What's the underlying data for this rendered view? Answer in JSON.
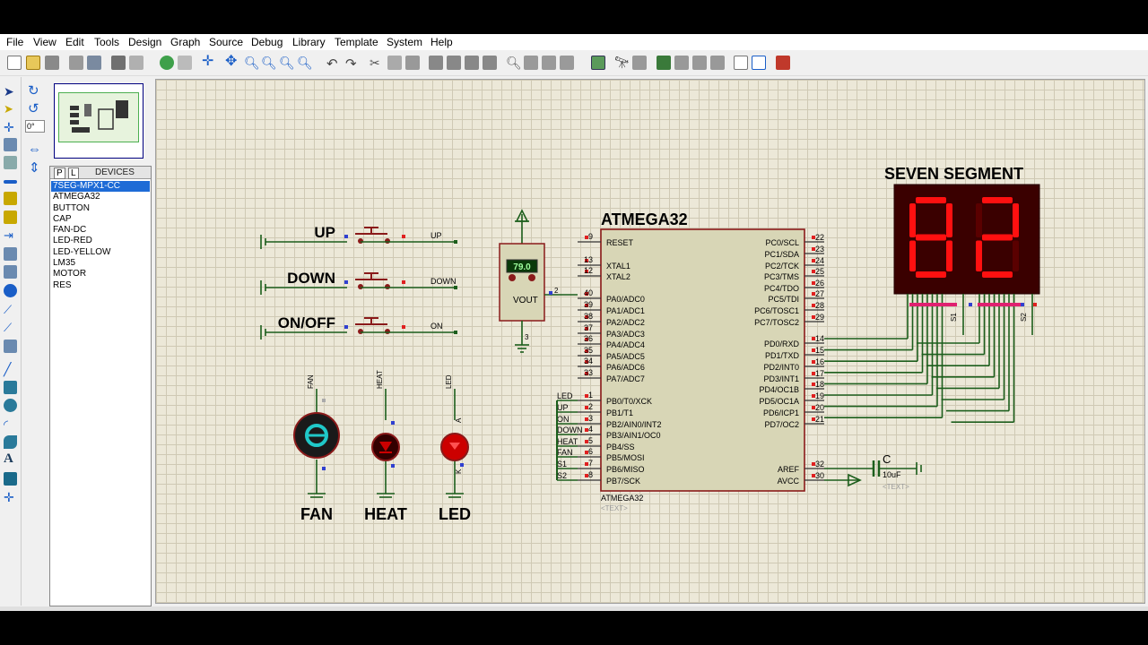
{
  "menu": [
    "File",
    "Edit",
    "Tools",
    "Design",
    "Graph",
    "Source",
    "Debug",
    "Library",
    "Template",
    "System",
    "Help"
  ],
  "view_menu": "View",
  "rotation_value": "0°",
  "devices": {
    "tab_p": "P",
    "tab_l": "L",
    "header": "DEVICES",
    "items": [
      "7SEG-MPX1-CC",
      "ATMEGA32",
      "BUTTON",
      "CAP",
      "FAN-DC",
      "LED-RED",
      "LED-YELLOW",
      "LM35",
      "MOTOR",
      "RES"
    ],
    "selected_index": 0
  },
  "schematic": {
    "buttons": [
      {
        "label": "UP",
        "net": "UP"
      },
      {
        "label": "DOWN",
        "net": "DOWN"
      },
      {
        "label": "ON/OFF",
        "net": "ON"
      }
    ],
    "lm35": {
      "reading": "79.0",
      "vout": "VOUT",
      "pin_vout": "2",
      "pin_gnd": "3"
    },
    "mcu": {
      "title": "ATMEGA32",
      "ref": "ATMEGA32",
      "text_placeholder": "<TEXT>",
      "left_pins": [
        {
          "num": "9",
          "name": "RESET"
        },
        {
          "num": "13",
          "name": "XTAL1"
        },
        {
          "num": "12",
          "name": "XTAL2"
        },
        {
          "num": "40",
          "name": "PA0/ADC0"
        },
        {
          "num": "39",
          "name": "PA1/ADC1"
        },
        {
          "num": "38",
          "name": "PA2/ADC2"
        },
        {
          "num": "37",
          "name": "PA3/ADC3"
        },
        {
          "num": "36",
          "name": "PA4/ADC4"
        },
        {
          "num": "35",
          "name": "PA5/ADC5"
        },
        {
          "num": "34",
          "name": "PA6/ADC6"
        },
        {
          "num": "33",
          "name": "PA7/ADC7"
        },
        {
          "num": "1",
          "name": "PB0/T0/XCK"
        },
        {
          "num": "2",
          "name": "PB1/T1"
        },
        {
          "num": "3",
          "name": "PB2/AIN0/INT2"
        },
        {
          "num": "4",
          "name": "PB3/AIN1/OC0"
        },
        {
          "num": "5",
          "name": "PB4/SS"
        },
        {
          "num": "6",
          "name": "PB5/MOSI"
        },
        {
          "num": "7",
          "name": "PB6/MISO"
        },
        {
          "num": "8",
          "name": "PB7/SCK"
        }
      ],
      "right_pins": [
        {
          "num": "22",
          "name": "PC0/SCL"
        },
        {
          "num": "23",
          "name": "PC1/SDA"
        },
        {
          "num": "24",
          "name": "PC2/TCK"
        },
        {
          "num": "25",
          "name": "PC3/TMS"
        },
        {
          "num": "26",
          "name": "PC4/TDO"
        },
        {
          "num": "27",
          "name": "PC5/TDI"
        },
        {
          "num": "28",
          "name": "PC6/TOSC1"
        },
        {
          "num": "29",
          "name": "PC7/TOSC2"
        },
        {
          "num": "14",
          "name": "PD0/RXD"
        },
        {
          "num": "15",
          "name": "PD1/TXD"
        },
        {
          "num": "16",
          "name": "PD2/INT0"
        },
        {
          "num": "17",
          "name": "PD3/INT1"
        },
        {
          "num": "18",
          "name": "PD4/OC1B"
        },
        {
          "num": "19",
          "name": "PD5/OC1A"
        },
        {
          "num": "20",
          "name": "PD6/ICP1"
        },
        {
          "num": "21",
          "name": "PD7/OC2"
        },
        {
          "num": "32",
          "name": "AREF"
        },
        {
          "num": "30",
          "name": "AVCC"
        }
      ],
      "pb_nets": [
        "LED",
        "UP",
        "ON",
        "DOWN",
        "HEAT",
        "FAN",
        "S1",
        "S2"
      ]
    },
    "capacitor": {
      "ref": "C",
      "value": "10uF",
      "text": "<TEXT>"
    },
    "seven_segment": {
      "title": "SEVEN SEGMENT",
      "digits": "82",
      "sel1": "S1",
      "sel2": "S2"
    },
    "loads": [
      {
        "label": "FAN",
        "net": "FAN"
      },
      {
        "label": "HEAT",
        "net": "HEAT"
      },
      {
        "label": "LED",
        "net": "LED",
        "pin_a": "A",
        "pin_k": "K"
      }
    ]
  },
  "colors": {
    "wire": "#1c5e1c",
    "component_fill": "#d8d6b6",
    "component_stroke": "#8a1a1a",
    "segment_on": "#ff1010",
    "segment_bg": "#3a0000"
  }
}
